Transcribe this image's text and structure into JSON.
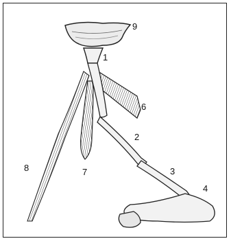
{
  "labels": {
    "l1": "1",
    "l2": "2",
    "l3": "3",
    "l4": "4",
    "l6": "6",
    "l7": "7",
    "l8": "8",
    "l9": "9"
  },
  "colors": {
    "ink": "#222222",
    "bone_fill": "#f2f2f2",
    "hatch": "#444444"
  }
}
